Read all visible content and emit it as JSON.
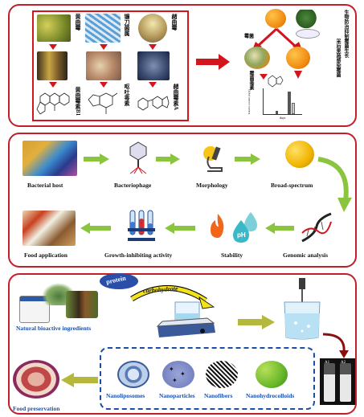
{
  "panel1": {
    "fungi": [
      {
        "name": "黄曲霉",
        "toxin": "黄曲霉素B1"
      },
      {
        "name": "镰刀菌属",
        "toxin": "呕吐毒素"
      },
      {
        "name": "赭曲霉",
        "toxin": "赭曲霉素A"
      }
    ],
    "mold_label": "霉菌",
    "mold_toxin_label": "霉菌毒素",
    "right_text": "生物防治抑制霉菌生长",
    "right_text2": "采后果蔬感染霉菌",
    "chart": {
      "xlabel": "days",
      "ylabel": "Patulin content (ng/g)"
    }
  },
  "panel2": {
    "steps": [
      "Bacterial host",
      "Bacteriophage",
      "Morphology",
      "Broad-spectrum",
      "Genomic analysis",
      "Stability",
      "Growth-inhibiting activity",
      "Food application"
    ],
    "ph_text": "pH"
  },
  "panel3": {
    "protein": "protein",
    "carbohydrate": "carbohydrate",
    "natural": "Natural bioactive ingredients",
    "food_preservation": "Food preservation",
    "nano": [
      "Nanoliposomes",
      "Nanoparticles",
      "Nanofibers",
      "Nanohydrocolloids"
    ],
    "vial_a1": "A1",
    "vial_a2": "A2"
  },
  "colors": {
    "border": "#c0202a",
    "arrow_red": "#d2161e",
    "arrow_green": "#8bc53f",
    "arrow_olive": "#b5b83a",
    "label_blue": "#1a4fa8"
  }
}
